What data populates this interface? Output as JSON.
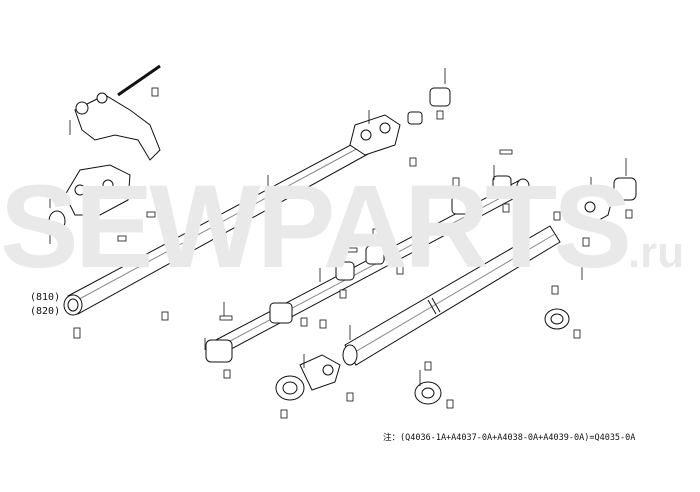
{
  "watermark": {
    "brand": "SEWPARTS",
    "suffix": ".ru"
  },
  "labels": {
    "variant_a": "(810)",
    "variant_b": "(820)"
  },
  "note": "注：(Q4036-1A+A4037-0A+A4038-0A+A4039-0A)=Q4035-0A"
}
